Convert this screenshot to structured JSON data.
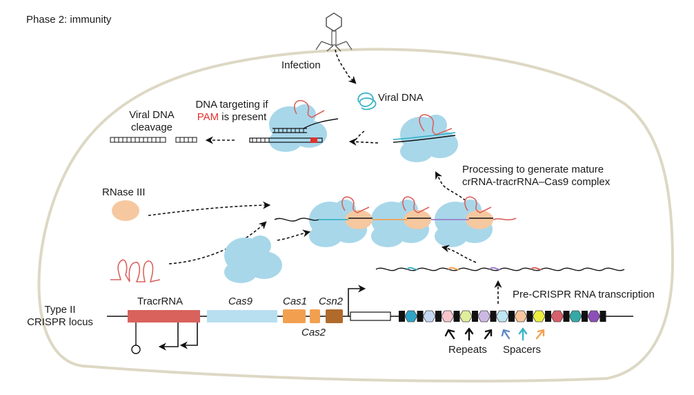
{
  "title": "Phase 2: immunity",
  "labels": {
    "infection": "Infection",
    "viral_dna": "Viral DNA",
    "dna_targeting_line1": "DNA targeting if",
    "pam": "PAM",
    "dna_targeting_rest": " is present",
    "cleavage_line1": "Viral DNA",
    "cleavage_line2": "cleavage",
    "processing_line1": "Processing to generate mature",
    "processing_line2": "crRNA-tracrRNA–Cas9 complex",
    "rnase": "RNase III",
    "transcription": "Pre-CRISPR RNA transcription",
    "locus_line1": "Type II",
    "locus_line2": "CRISPR locus",
    "tracrrna": "TracrRNA",
    "cas9": "Cas9",
    "cas1": "Cas1",
    "csn2": "Csn2",
    "cas2": "Cas2",
    "repeats": "Repeats",
    "spacers": "Spacers"
  },
  "colors": {
    "cell_outline": "#ddd8c4",
    "cas9_protein": "#a8d7ea",
    "rnase": "#f6c8a0",
    "tracrrna_gene": "#d9625c",
    "cas9_gene": "#b8dff0",
    "cas1_gene": "#f2a04f",
    "csn2_gene": "#b06a2c",
    "rna_red": "#d9625c",
    "viral_dna": "#3bb3c8",
    "pam_red": "#e0322b"
  },
  "spacer_colors": [
    "#2fa4c6",
    "#c5d7f2",
    "#f7c6cc",
    "#e0ee9c",
    "#cdb8e4",
    "#bfe6f4",
    "#f9c69c",
    "#ecef3f",
    "#d95f6a",
    "#35a9a6",
    "#8d4fb7"
  ],
  "icons": {
    "phage": "bacteriophage-icon",
    "hairpin": "hairpin-terminator-icon",
    "promoter": "promoter-arrow-icon"
  }
}
